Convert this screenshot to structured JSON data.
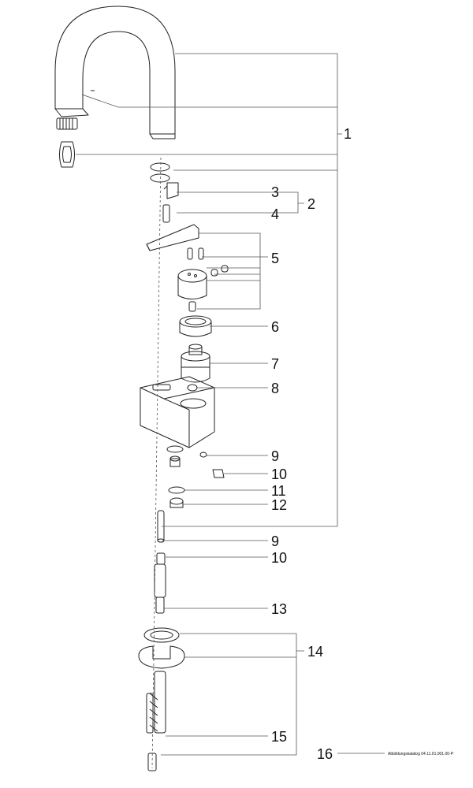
{
  "callouts": {
    "c1": "1",
    "c2": "2",
    "c3": "3",
    "c4": "4",
    "c5": "5",
    "c6": "6",
    "c7": "7",
    "c8": "8",
    "c9a": "9",
    "c10a": "10",
    "c11": "11",
    "c12": "12",
    "c9b": "9",
    "c10b": "10",
    "c13": "13",
    "c14": "14",
    "c15": "15",
    "c16": "16"
  },
  "note_text": "Abbildungskatalog 04.11.01.001.00-P",
  "colors": {
    "line": "#222222",
    "leader": "#555555",
    "hatch": "#888888"
  }
}
